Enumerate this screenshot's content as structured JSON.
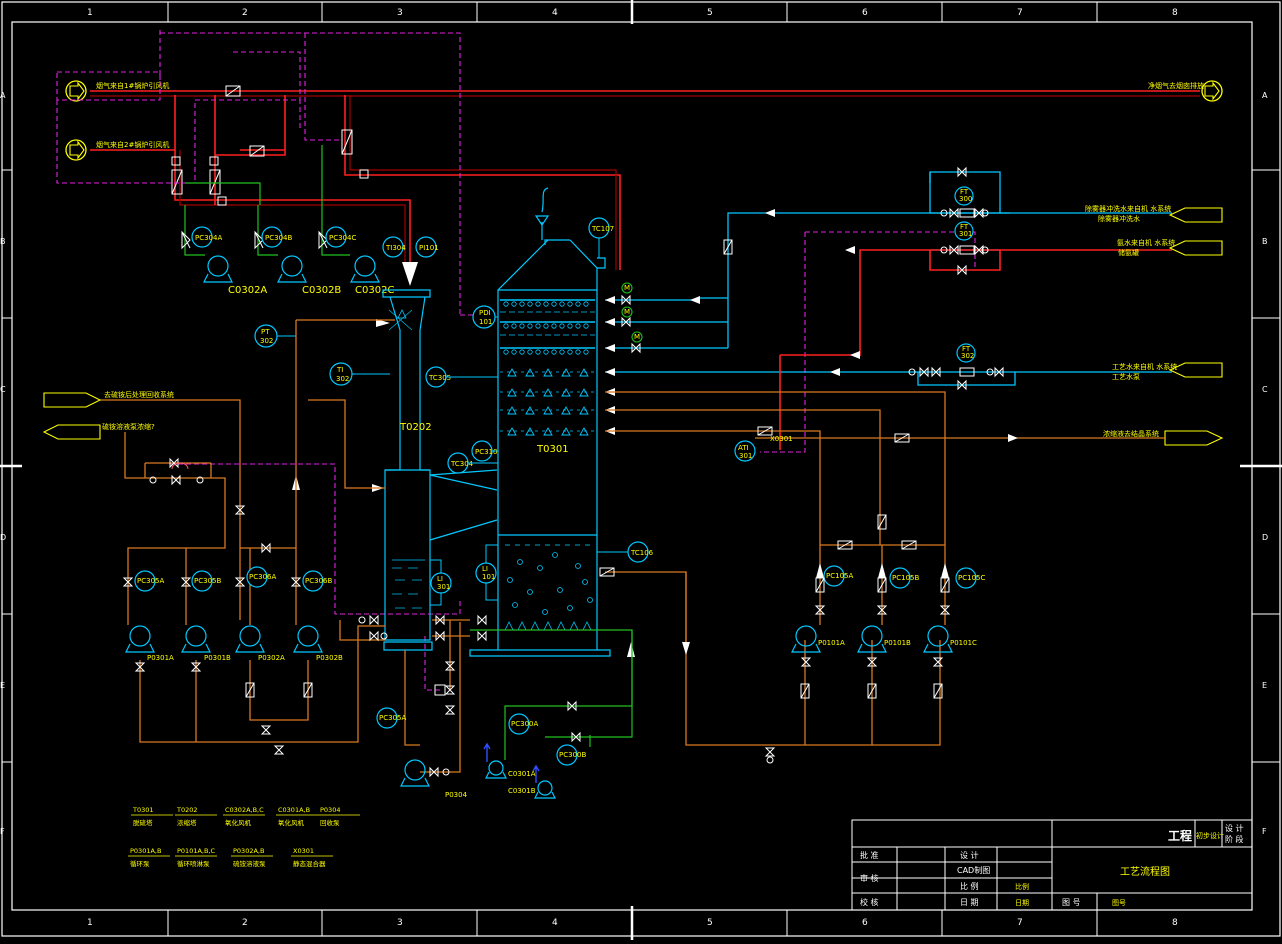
{
  "drawing": {
    "columns": [
      "1",
      "2",
      "3",
      "4",
      "5",
      "6",
      "7",
      "8"
    ],
    "rows": [
      "A",
      "B",
      "C",
      "D",
      "E",
      "F"
    ]
  },
  "flows": {
    "flue_in_top": "烟气来自1#锅炉引风机",
    "flue_in_bottom": "烟气来自2#锅炉引风机",
    "clean_out": "净烟气去烟囱排放",
    "cooling_line1": "除雾器冲洗水来自机 水系统",
    "cooling_line2": "除雾器冲洗水",
    "line_b2_1": "氨水来自机 水系统",
    "line_b2_2": "储氨罐",
    "line_c_1": "工艺水来自机 水系统",
    "line_c_2": "工艺水泵",
    "left_out": "去硫铵后处理回收系统",
    "left_in": "硫铵溶液泵浓缩?",
    "right_out": "浓缩液去结晶系统"
  },
  "equipment": {
    "fans": [
      "C0302A",
      "C0302B",
      "C0302C"
    ],
    "t0202": "T0202",
    "t0301": "T0301",
    "pumps_left": [
      "P0301A",
      "P0301B",
      "P0302A",
      "P0302B"
    ],
    "pumps_right": [
      "P0101A",
      "P0101B",
      "P0101C"
    ],
    "p0304": "P0304",
    "c0301a": "C0301A",
    "c0301b": "C0301B",
    "x0301": "X0301"
  },
  "instruments": {
    "pc_fans": [
      "PC304A",
      "PC304B",
      "PC304C"
    ],
    "ti304": "TI304",
    "pi101": "PI101",
    "pt302_a": "PT",
    "pt302_b": "302",
    "ti302_a": "TI",
    "ti302_b": "302",
    "tc305": "TC305",
    "tc304": "TC304",
    "pc310": "PC310",
    "tc107": "TC107",
    "pdi101_a": "PDI",
    "pdi101_b": "101",
    "tc106": "TC106",
    "li101_a": "LI",
    "li101_b": "101",
    "li301_a": "LI",
    "li301_b": "301",
    "ati301_a": "ATI",
    "ati301_b": "301",
    "ft300_a": "FT",
    "ft300_b": "300",
    "ft301_a": "FT",
    "ft301_b": "301",
    "ft302_a": "FT",
    "ft302_b": "302",
    "pc_left": [
      "PC305A",
      "PC305B",
      "PC306A",
      "PC306B"
    ],
    "pc_right": [
      "PC105A",
      "PC105B",
      "PC105C"
    ],
    "pc305a_low": "PC305A",
    "pc300a": "PC300A",
    "pc300b": "PC300B",
    "m": "M"
  },
  "legend": [
    {
      "code": "T0301",
      "name": "脱硫塔"
    },
    {
      "code": "T0202",
      "name": "浓缩塔"
    },
    {
      "code": "C0302A,B,C",
      "name": "氧化风机"
    },
    {
      "code": "C0301A,B",
      "name": "氧化风机"
    },
    {
      "code": "P0304",
      "name": "回收泵"
    },
    {
      "code": "P0301A,B",
      "name": "循环泵"
    },
    {
      "code": "P0101A,B,C",
      "name": "循环喷淋泵"
    },
    {
      "code": "P0302A,B",
      "name": "硫铵溶液泵"
    },
    {
      "code": "X0301",
      "name": "静态混合器"
    }
  ],
  "title_block": {
    "project": "工程",
    "phase_a": "初步设计",
    "phase_b": "设 计",
    "phase_c": "阶 段",
    "drawing_title": "工艺流程图",
    "approve": "批 准",
    "review": "审 核",
    "check": "校 核",
    "design": "设 计",
    "cad": "CAD制图",
    "scale": "比 例",
    "scale_val": "比例",
    "date": "日 期",
    "date_val": "日期",
    "figno": "图 号",
    "figno_val": "图号"
  }
}
